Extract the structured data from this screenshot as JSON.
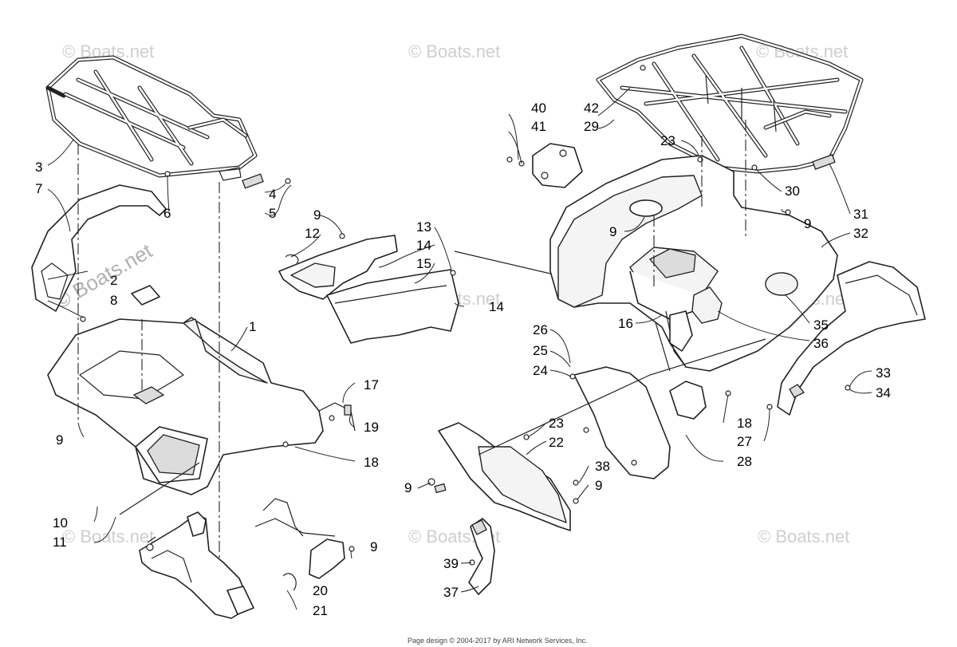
{
  "watermark": "© Boats.net",
  "footer": "Page design © 2004-2017 by ARI Network Services, Inc.",
  "callouts": [
    "1",
    "2",
    "3",
    "4",
    "5",
    "6",
    "7",
    "8",
    "9",
    "10",
    "11",
    "12",
    "13",
    "14",
    "15",
    "16",
    "17",
    "18",
    "19",
    "20",
    "21",
    "22",
    "23",
    "24",
    "25",
    "26",
    "27",
    "28",
    "29",
    "30",
    "31",
    "32",
    "33",
    "34",
    "35",
    "36",
    "37",
    "38",
    "39",
    "40",
    "41",
    "42"
  ]
}
